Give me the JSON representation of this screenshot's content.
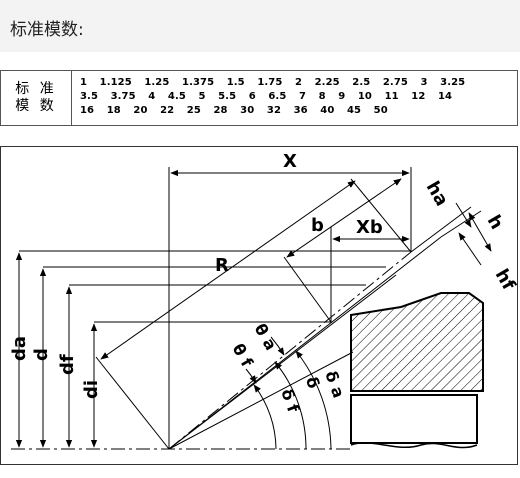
{
  "header": {
    "title": "标准模数:"
  },
  "module_table": {
    "label_line1": "标 准",
    "label_line2": "模 数",
    "rows": [
      "1 1.125 1.25 1.375 1.5 1.75 2 2.25 2.5 2.75 3 3.25",
      "3.5 3.75 4 4.5 5 5.5 6 6.5 7 8 9 10 11 12 14",
      "16 18 20 22 25 28 30 32 36 40 45 50"
    ]
  },
  "diagram": {
    "labels": {
      "X": "X",
      "b": "b",
      "Xb": "Xb",
      "R": "R",
      "ha": "ha",
      "h": "h",
      "hf": "hf",
      "da": "da",
      "d": "d",
      "df": "df",
      "di": "di",
      "theta_a": "θ a",
      "theta_f": "θ f",
      "delta": "δ",
      "delta_a": "δ a",
      "delta_f": "δ f"
    }
  }
}
